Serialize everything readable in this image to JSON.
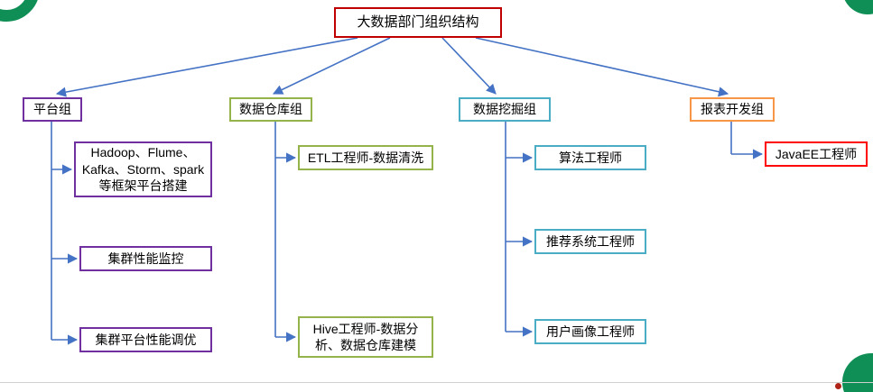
{
  "title": "大数据部门组织结构",
  "groups": {
    "platform": {
      "label": "平台组",
      "children": [
        "Hadoop、Flume、Kafka、Storm、spark 等框架平台搭建",
        "集群性能监控",
        "集群平台性能调优"
      ]
    },
    "warehouse": {
      "label": "数据仓库组",
      "children": [
        "ETL工程师-数据清洗",
        "Hive工程师-数据分析、数据仓库建模"
      ]
    },
    "mining": {
      "label": "数据挖掘组",
      "children": [
        "算法工程师",
        "推荐系统工程师",
        "用户画像工程师"
      ]
    },
    "report": {
      "label": "报表开发组",
      "children": [
        "JavaEE工程师"
      ]
    }
  },
  "colors": {
    "title_border": "#c00000",
    "platform_border": "#7030a0",
    "warehouse_border": "#94b34b",
    "mining_border": "#4bacc6",
    "report_border": "#f79646",
    "javaee_border": "#ff0000",
    "arrow": "#4472c4",
    "decoration_green": "#0f8f55"
  }
}
